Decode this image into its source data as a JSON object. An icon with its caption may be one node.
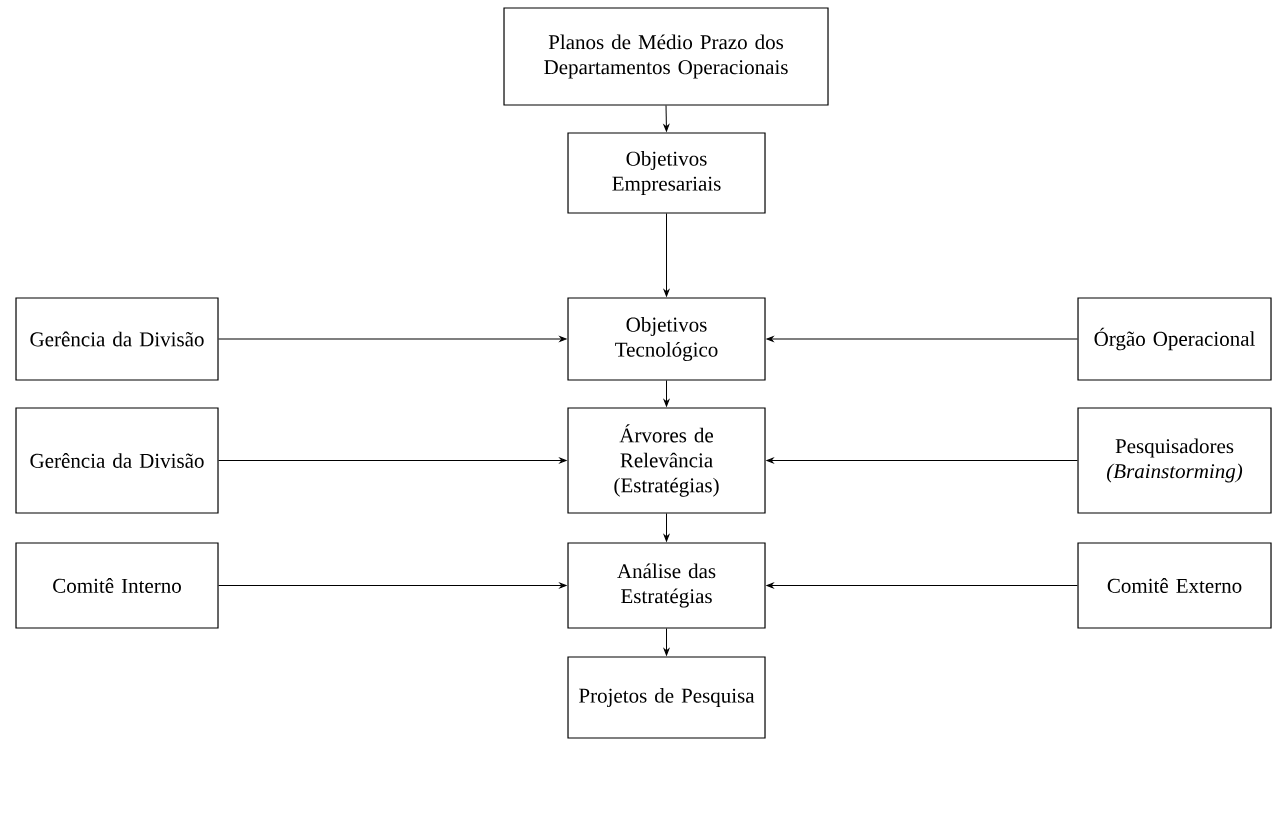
{
  "diagram": {
    "nodes": [
      {
        "text": [
          "Planos de Médio Prazo dos Departamentos Operacionais"
        ]
      },
      {
        "text": [
          "Objetivos Empresariais"
        ]
      },
      {
        "text": [
          "Gerência da Divisão"
        ]
      },
      {
        "text": [
          "Objetivos Tecnológico"
        ]
      },
      {
        "text": [
          "Órgão Operacional"
        ]
      },
      {
        "text": [
          "Gerência da Divisão"
        ]
      },
      {
        "text": [
          "Árvores de Relevância (Estratégias)"
        ]
      },
      {
        "text": [
          "Pesquisadores *(Brainstorming)*"
        ]
      },
      {
        "text": [
          "Comitê Interno"
        ]
      },
      {
        "text": [
          "Análise das Estratégias"
        ]
      },
      {
        "text": [
          "Comitê Externo"
        ]
      },
      {
        "text": [
          "Projetos de Pesquisa"
        ]
      }
    ],
    "edges": [
      {
        "from": 0,
        "to": 1,
        "arrow": "to"
      },
      {
        "from": 1,
        "to": 3,
        "arrow": "to"
      },
      {
        "from": 2,
        "to": 3,
        "arrow": "to"
      },
      {
        "from": 4,
        "to": 3,
        "arrow": "to"
      },
      {
        "from": 3,
        "to": 6,
        "arrow": "to"
      },
      {
        "from": 5,
        "to": 6,
        "arrow": "to"
      },
      {
        "from": 7,
        "to": 6,
        "arrow": "to"
      },
      {
        "from": 6,
        "to": 9,
        "arrow": "to"
      },
      {
        "from": 8,
        "to": 9,
        "arrow": "to"
      },
      {
        "from": 10,
        "to": 9,
        "arrow": "to"
      },
      {
        "from": 9,
        "to": 11,
        "arrow": "to"
      }
    ]
  }
}
